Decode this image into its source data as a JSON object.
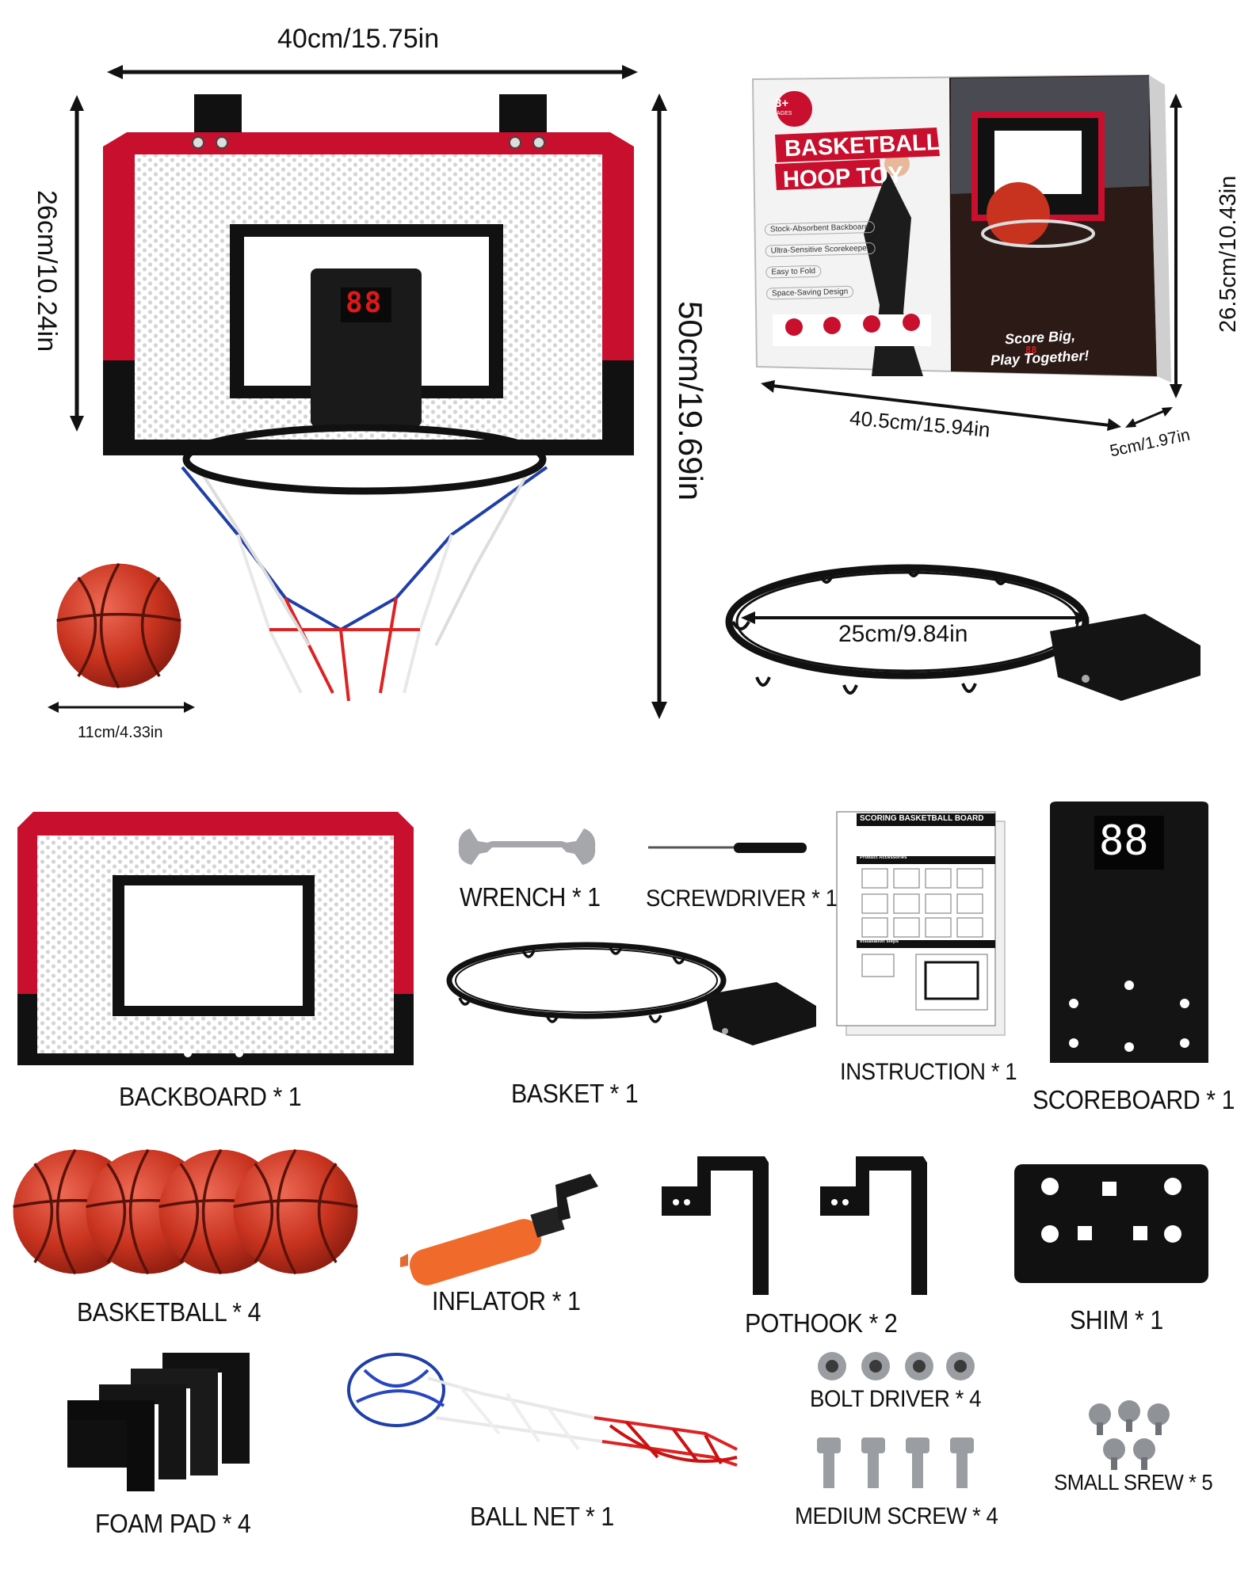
{
  "dimensions": {
    "hoop_width": "40cm/15.75in",
    "backboard_height": "26cm/10.24in",
    "hoop_height": "50cm/19.69in",
    "ball_diameter": "11cm/4.33in",
    "rim_diameter": "25cm/9.84in",
    "box_width": "40.5cm/15.94in",
    "box_depth": "5cm/1.97in",
    "box_height": "26.5cm/10.43in"
  },
  "scoreboard_digits": "88",
  "box": {
    "age_badge": "3+",
    "age_sub": "AGES",
    "title_line1": "BASKETBALL",
    "title_line2": "HOOP TOY",
    "features": [
      "Stock-Absorbent Backboard",
      "Ultra-Sensitive Scorekeeper",
      "Easy to Fold",
      "Space-Saving Design"
    ],
    "slogan_line1": "Score Big,",
    "slogan_line2": "Play Together!"
  },
  "instruction_sheet": {
    "title": "SCORING BASKETBALL BOARD",
    "section1": "Product Accessories",
    "section2": "Installation steps"
  },
  "parts": {
    "wrench": "WRENCH * 1",
    "screwdriver": "SCREWDRIVER * 1",
    "backboard": "BACKBOARD * 1",
    "basket": "BASKET * 1",
    "instruction": "INSTRUCTION * 1",
    "scoreboard": "SCOREBOARD * 1",
    "basketball": "BASKETBALL * 4",
    "inflator": "INFLATOR * 1",
    "pothook": "POTHOOK * 2",
    "shim": "SHIM * 1",
    "bolt_driver": "BOLT DRIVER * 4",
    "small_screw": "SMALL SREW * 5",
    "foam_pad": "FOAM PAD * 4",
    "ball_net": "BALL NET * 1",
    "medium_screw": "MEDIUM SCREW * 4"
  },
  "colors": {
    "red": "#c8102e",
    "black": "#111111",
    "blue": "#1f3fa8",
    "ball": "#c8331f",
    "orange": "#f06a2c"
  }
}
